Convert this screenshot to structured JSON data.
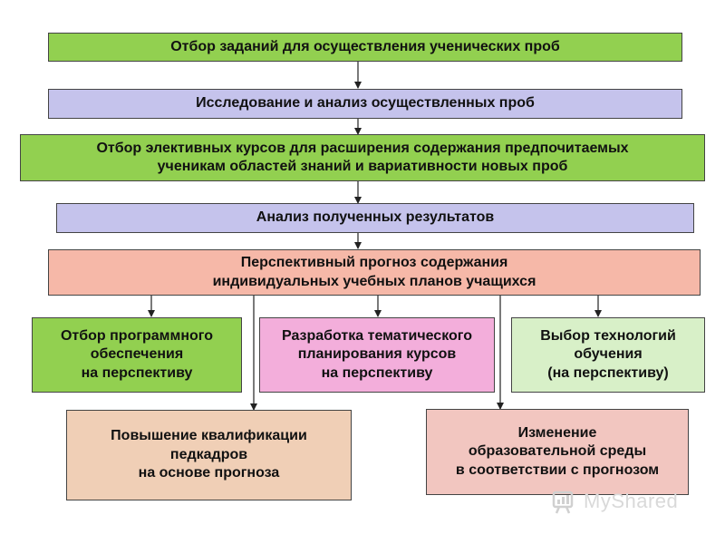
{
  "boxes": {
    "b1": "Отбор заданий для осуществления ученических проб",
    "b2": "Исследование и анализ  осуществленных проб",
    "b3": "Отбор элективных курсов  для расширения содержания предпочитаемых\nученикам областей знаний  и вариативности новых проб",
    "b4": "Анализ полученных результатов",
    "b5": "Перспективный прогноз содержания\nиндивидуальных учебных планов учащихся",
    "b6": "Отбор программного\nобеспечения\nна перспективу",
    "b7": "Разработка тематического\nпланирования курсов\nна перспективу",
    "b8": "Выбор технологий\nобучения\n(на перспективу)",
    "b9": "Повышение квалификации\nпедкадров\nна основе прогноза",
    "b10": "Изменение\nобразовательной среды\nв соответствии  с прогнозом"
  },
  "watermark": {
    "text": "MyShared",
    "icon": "myshared-logo-icon"
  },
  "colors": {
    "green": "#92d050",
    "violet": "#c5c3ec",
    "salmon": "#f6b8a8",
    "pink": "#f3aedb",
    "pale_green": "#d8f0c8",
    "tan": "#f0cfb6",
    "rose": "#f2c6c0"
  }
}
